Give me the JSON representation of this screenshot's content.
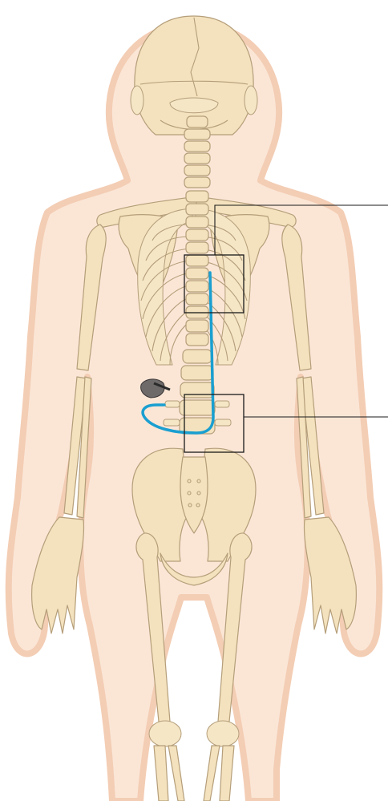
{
  "figure": {
    "subject": "posterior-skeleton-with-spinal-catheter",
    "colors": {
      "background": "#ffffff",
      "skin": "#fbe6d6",
      "skin_outline": "#f3cdb4",
      "bone": "#f3e2bd",
      "bone_outline": "#b59e7a",
      "catheter": "#1a9fd0",
      "callout": "#1a1a1a",
      "pump": "#6f6a6a"
    },
    "callouts": [
      {
        "id": "upper",
        "icon": "rectangle-callout"
      },
      {
        "id": "lower",
        "icon": "rectangle-callout"
      }
    ]
  }
}
